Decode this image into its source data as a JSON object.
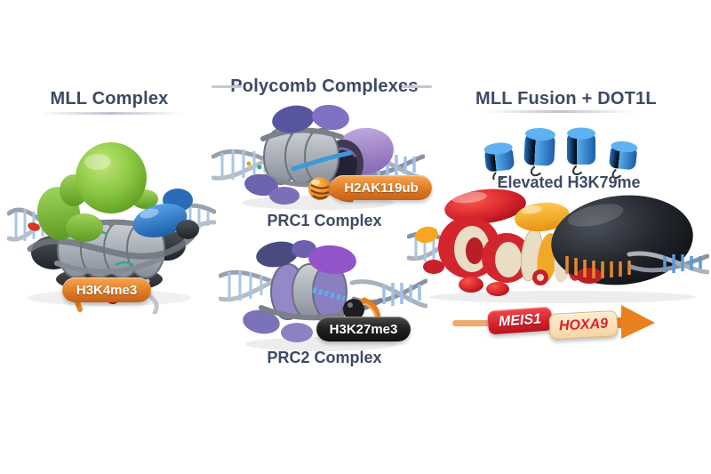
{
  "sections": {
    "mll": {
      "title": "MLL Complex",
      "mark_badge": "H3K4me3"
    },
    "polycomb": {
      "title": "Polycomb Complexes",
      "prc1": {
        "label": "PRC1 Complex",
        "mark_badge": "H2AK119ub"
      },
      "prc2": {
        "label": "PRC2 Complex",
        "mark_badge": "H3K27me3"
      }
    },
    "fusion": {
      "title": "MLL Fusion + DOT1L",
      "histone_label": "Elevated H3K79me",
      "genes": [
        {
          "name": "MEIS1"
        },
        {
          "name": "HOXA9"
        }
      ]
    }
  },
  "palette": {
    "title_text": "#3e4a63",
    "badge_orange": "#e07b24",
    "badge_black": "#222222",
    "meis1_red": "#d8232e",
    "hoxa9_cream": "#f6d6a4",
    "arrow_orange": "#e8801f",
    "histone_cylinder_blue": "#2f8fe0",
    "mll_green": "#7cc142",
    "polycomb_purple": "#8071c4",
    "dot1l_black": "#22252b"
  }
}
